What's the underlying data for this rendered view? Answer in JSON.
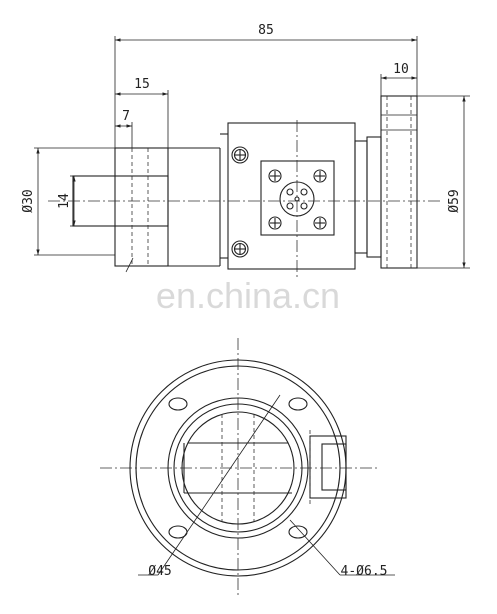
{
  "dimensions": {
    "overall_length": "85",
    "flange_thickness": "10",
    "shaft_length": "15",
    "keyway_width": "7",
    "shaft_diameter": "Ø30",
    "shaft_flat": "14",
    "flange_diameter": "Ø59",
    "bore_diameter": "Ø45",
    "holes": "4-Ø6.5"
  },
  "watermark": "en.china.cn",
  "colors": {
    "line": "#222222",
    "watermark": "#d9d9d9",
    "background": "#ffffff"
  },
  "icons": [
    "screw-icon",
    "connector-pin-icon"
  ]
}
